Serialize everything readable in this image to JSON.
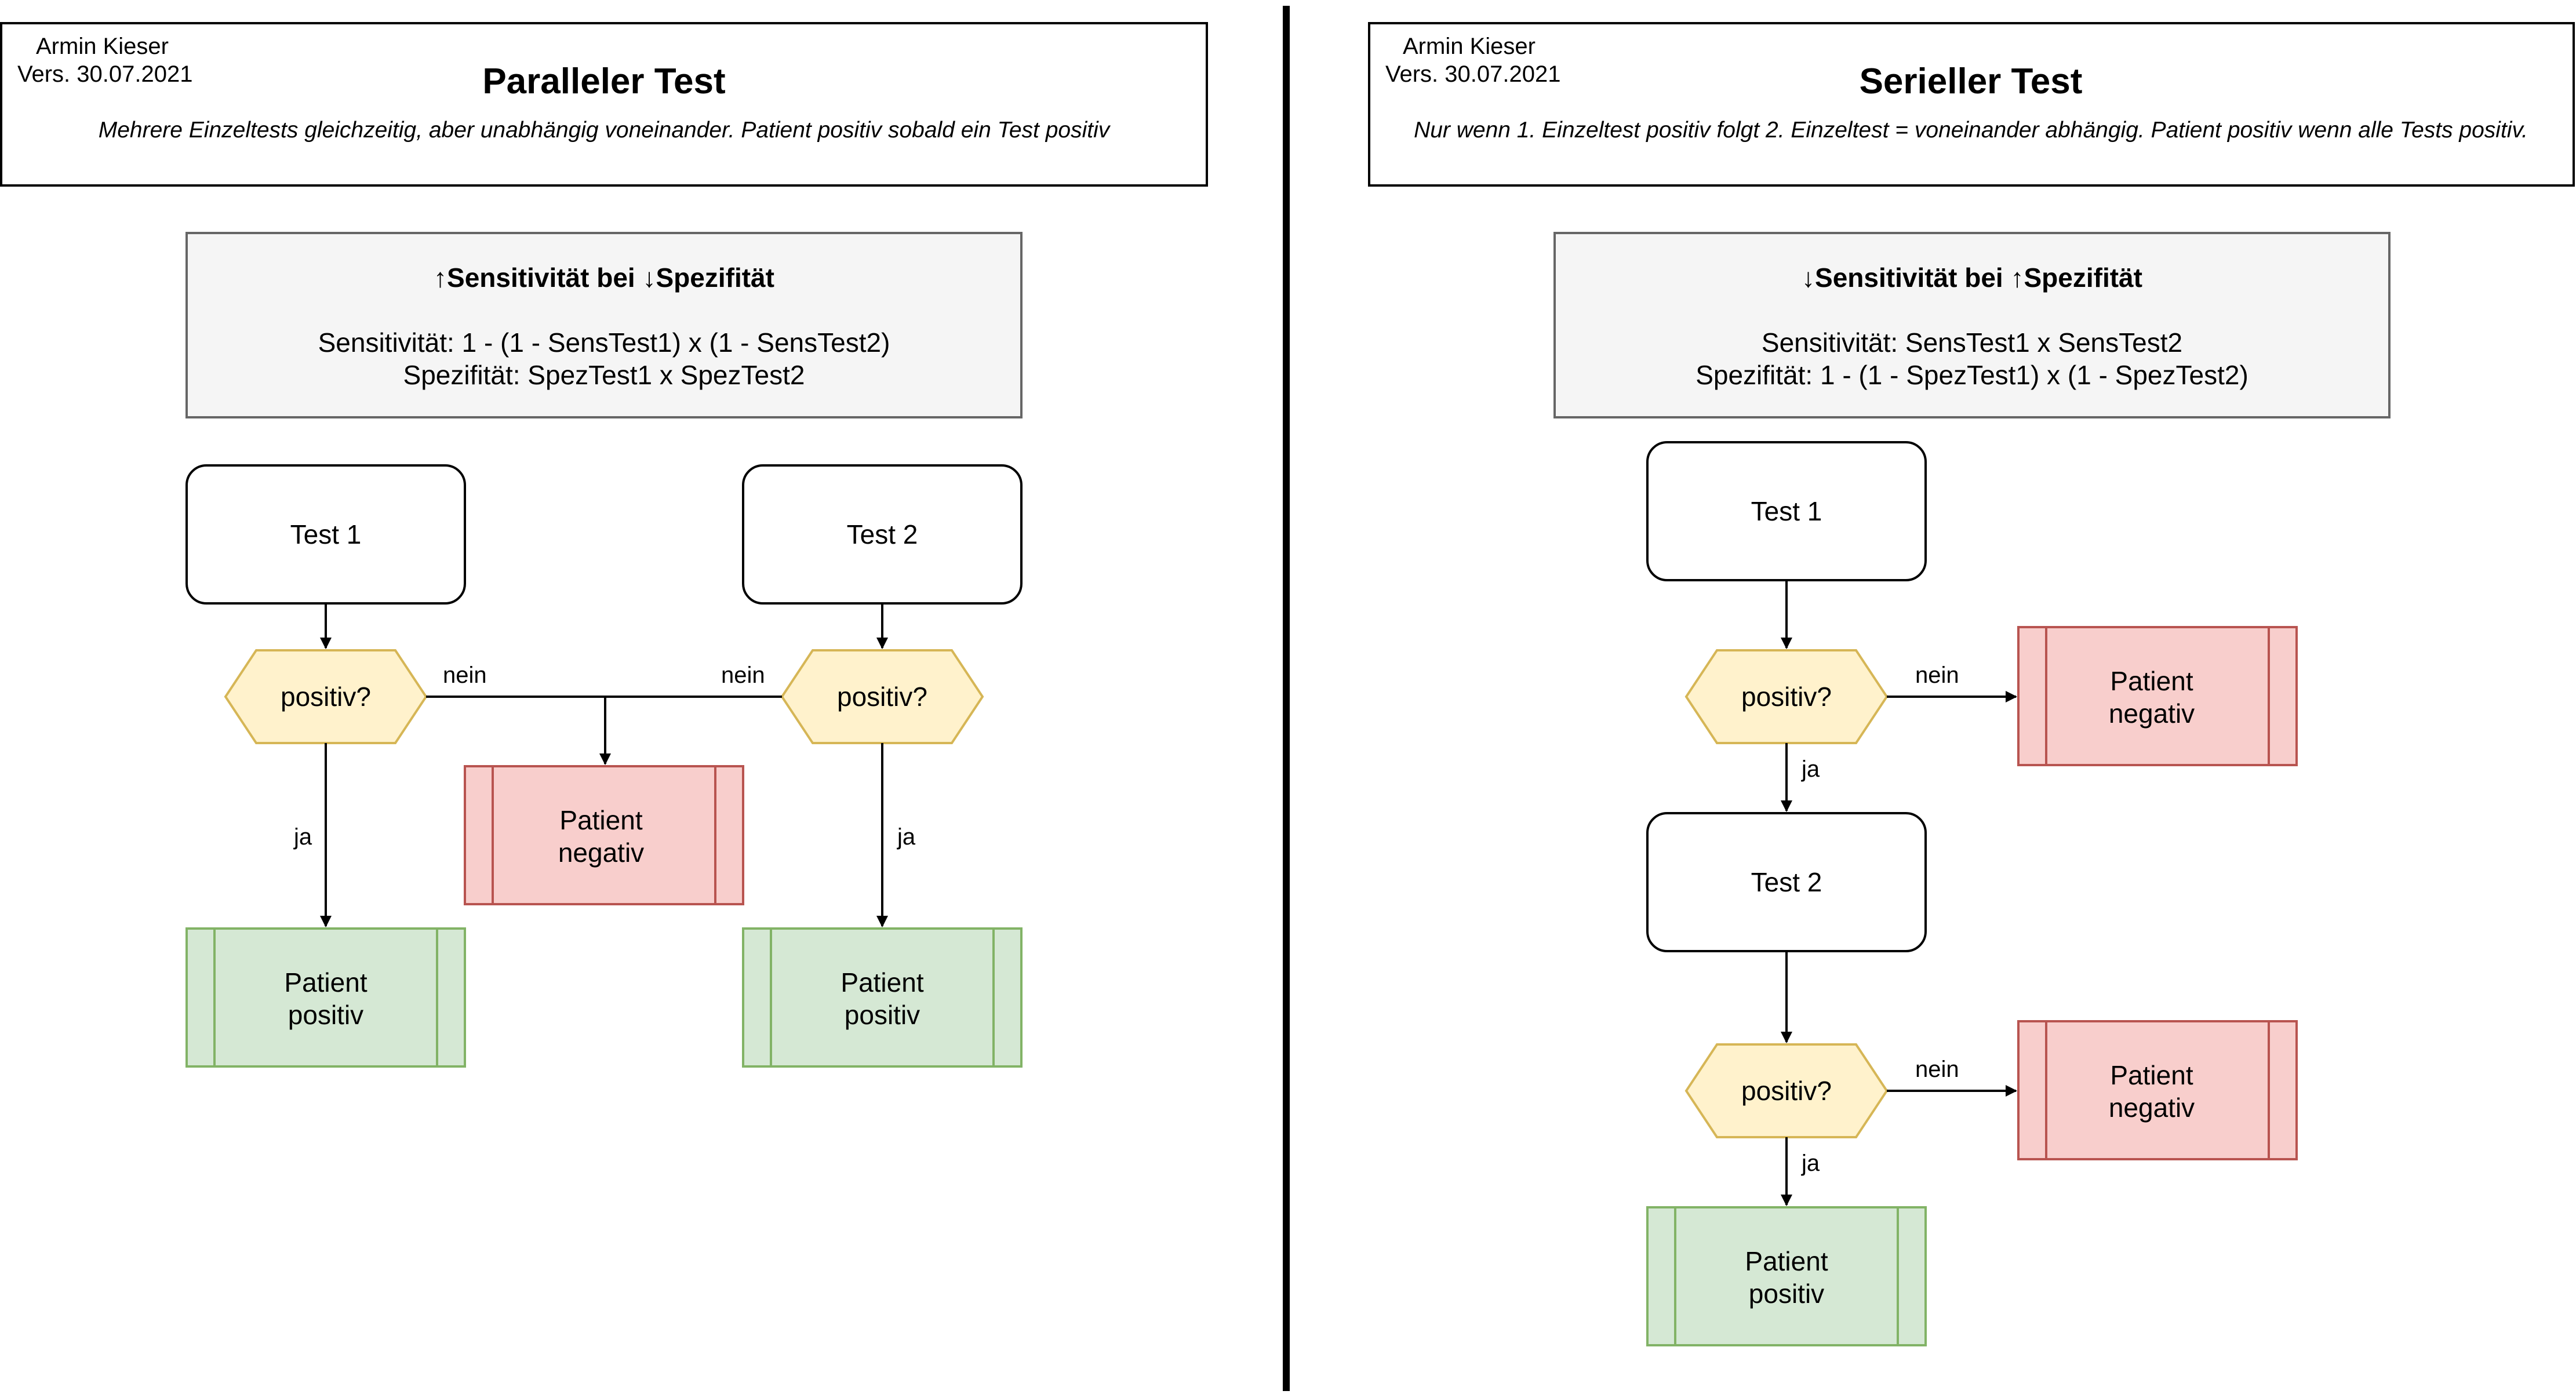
{
  "parallel": {
    "header": {
      "author": "Armin Kieser",
      "version": "Vers. 30.07.2021",
      "title": "Paralleler Test",
      "subtitle": "Mehrere Einzeltests gleichzeitig, aber unabhängig voneinander. Patient positiv sobald ein Test positiv"
    },
    "info": {
      "heading": "↑Sensitivität bei ↓Spezifität",
      "line1": "Sensitivität: 1 - (1 - SensTest1) x (1 - SensTest2)",
      "line2": "Spezifität: SpezTest1 x SpezTest2"
    },
    "test1": "Test 1",
    "test2": "Test 2",
    "decision1": "positiv?",
    "decision2": "positiv?",
    "edge_no_1": "nein",
    "edge_no_2": "nein",
    "edge_yes_1": "ja",
    "edge_yes_2": "ja",
    "negative": [
      "Patient",
      "negativ"
    ],
    "positive1": [
      "Patient",
      "positiv"
    ],
    "positive2": [
      "Patient",
      "positiv"
    ]
  },
  "serial": {
    "header": {
      "author": "Armin Kieser",
      "version": "Vers. 30.07.2021",
      "title": "Serieller Test",
      "subtitle": "Nur wenn 1. Einzeltest positiv folgt 2. Einzeltest = voneinander abhängig. Patient positiv wenn alle Tests positiv."
    },
    "info": {
      "heading": "↓Sensitivität bei ↑Spezifität",
      "line1": "Sensitivität: SensTest1 x SensTest2",
      "line2": "Spezifität: 1 - (1 - SpezTest1) x (1 - SpezTest2)"
    },
    "test1": "Test 1",
    "test2": "Test 2",
    "decision1": "positiv?",
    "decision2": "positiv?",
    "edge_no_1": "nein",
    "edge_no_2": "nein",
    "edge_yes_1": "ja",
    "edge_yes_2": "ja",
    "negative1": [
      "Patient",
      "negativ"
    ],
    "negative2": [
      "Patient",
      "negativ"
    ],
    "positive": [
      "Patient",
      "positiv"
    ]
  },
  "colors": {
    "process_fill": "#ffffff",
    "decision_fill": "#fff2cc",
    "decision_stroke": "#d6b656",
    "negative_fill": "#f8cecc",
    "negative_stroke": "#b85450",
    "positive_fill": "#d5e8d4",
    "positive_stroke": "#82b366",
    "info_fill": "#f5f5f5",
    "info_stroke": "#666666"
  }
}
